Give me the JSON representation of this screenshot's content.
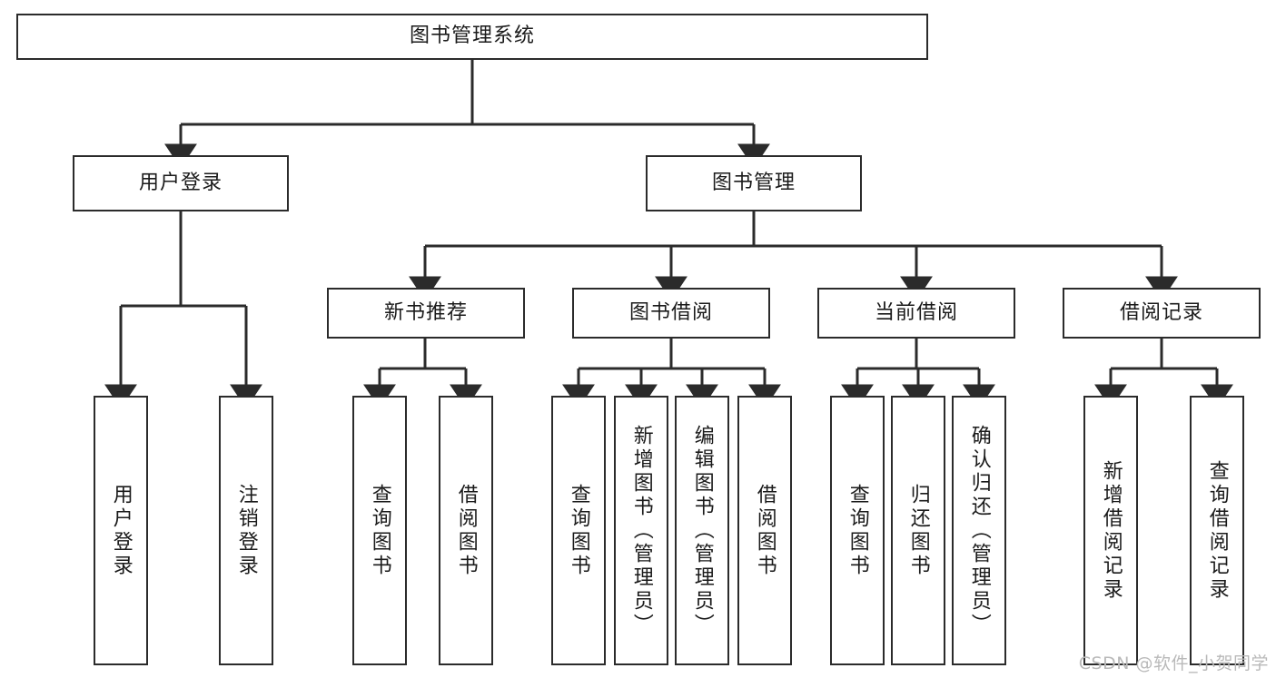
{
  "diagram": {
    "type": "tree-hierarchy",
    "title": "图书管理系统",
    "root": {
      "label": "图书管理系统"
    },
    "level2": [
      {
        "id": "user-login",
        "label": "用户登录"
      },
      {
        "id": "book-manage",
        "label": "图书管理"
      }
    ],
    "level3": [
      {
        "id": "new-book-recommend",
        "label": "新书推荐",
        "parent": "book-manage"
      },
      {
        "id": "book-borrow",
        "label": "图书借阅",
        "parent": "book-manage"
      },
      {
        "id": "current-borrow",
        "label": "当前借阅",
        "parent": "book-manage"
      },
      {
        "id": "borrow-record",
        "label": "借阅记录",
        "parent": "book-manage"
      }
    ],
    "leaves": [
      {
        "id": "leaf-user-login",
        "label": "用户登录",
        "parent": "user-login"
      },
      {
        "id": "leaf-logout-login",
        "label": "注销登录",
        "parent": "user-login"
      },
      {
        "id": "leaf-query-book-1",
        "label": "查询图书",
        "parent": "new-book-recommend"
      },
      {
        "id": "leaf-borrow-book-1",
        "label": "借阅图书",
        "parent": "new-book-recommend"
      },
      {
        "id": "leaf-query-book-2",
        "label": "查询图书",
        "parent": "book-borrow"
      },
      {
        "id": "leaf-add-book",
        "label": "新增图书（管理员）",
        "parent": "book-borrow"
      },
      {
        "id": "leaf-edit-book",
        "label": "编辑图书（管理员）",
        "parent": "book-borrow"
      },
      {
        "id": "leaf-borrow-book-2",
        "label": "借阅图书",
        "parent": "book-borrow"
      },
      {
        "id": "leaf-query-book-3",
        "label": "查询图书",
        "parent": "current-borrow"
      },
      {
        "id": "leaf-return-book",
        "label": "归还图书",
        "parent": "current-borrow"
      },
      {
        "id": "leaf-confirm-return",
        "label": "确认归还（管理员）",
        "parent": "current-borrow"
      },
      {
        "id": "leaf-add-record",
        "label": "新增借阅记录",
        "parent": "borrow-record"
      },
      {
        "id": "leaf-query-record",
        "label": "查询借阅记录",
        "parent": "borrow-record"
      }
    ]
  },
  "watermark": {
    "text": "CSDN @软件_小贺同学"
  },
  "colors": {
    "stroke": "#2b2b2b",
    "background": "#ffffff",
    "text": "#1a1a1a",
    "watermark": "#b9b9b9"
  }
}
